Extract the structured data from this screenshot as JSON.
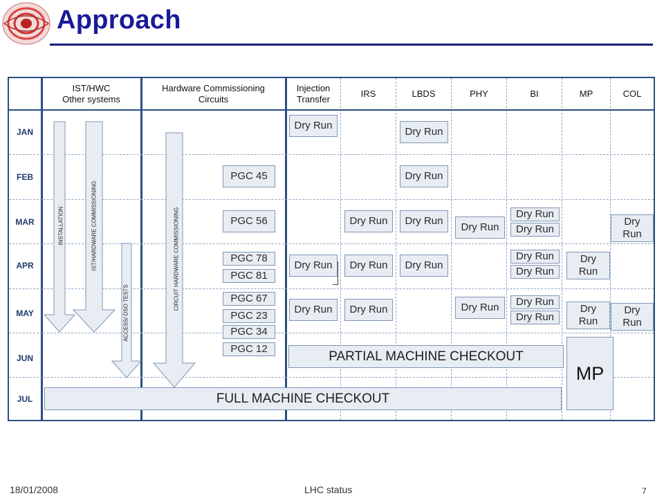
{
  "title": "Approach",
  "columns": {
    "ist": "IST/HWC\nOther systems",
    "hwc": "Hardware Commissioning\nCircuits",
    "inj": "Injection\nTransfer",
    "irs": "IRS",
    "lbds": "LBDS",
    "phy": "PHY",
    "bi": "BI",
    "mp": "MP",
    "col": "COL"
  },
  "months": [
    "JAN",
    "FEB",
    "MAR",
    "APR",
    "MAY",
    "JUN",
    "JUL"
  ],
  "arrows": {
    "installation": "INSTALLATION",
    "ist_hwc": "IST/HARDWARE COMMISSIONING",
    "access": "ACCESS/ DSO TESTS",
    "circuit": "CIRCUIT HARDWARE COMMISSIONING"
  },
  "pgc": [
    "PGC 45",
    "PGC 56",
    "PGC 78",
    "PGC 81",
    "PGC 67",
    "PGC 23",
    "PGC 34",
    "PGC 12"
  ],
  "dry_run": "Dry Run",
  "dry_run_split": "Dry\nRun",
  "partial_checkout": "PARTIAL MACHINE CHECKOUT",
  "full_checkout": "FULL MACHINE CHECKOUT",
  "mp_block": "MP",
  "footer": {
    "date": "18/01/2008",
    "center": "LHC status",
    "page": "7"
  },
  "colors": {
    "title": "#1a1a99",
    "grid": "#2b4e80",
    "box_fill": "#e8edf3",
    "box_border": "#7f96b5"
  }
}
